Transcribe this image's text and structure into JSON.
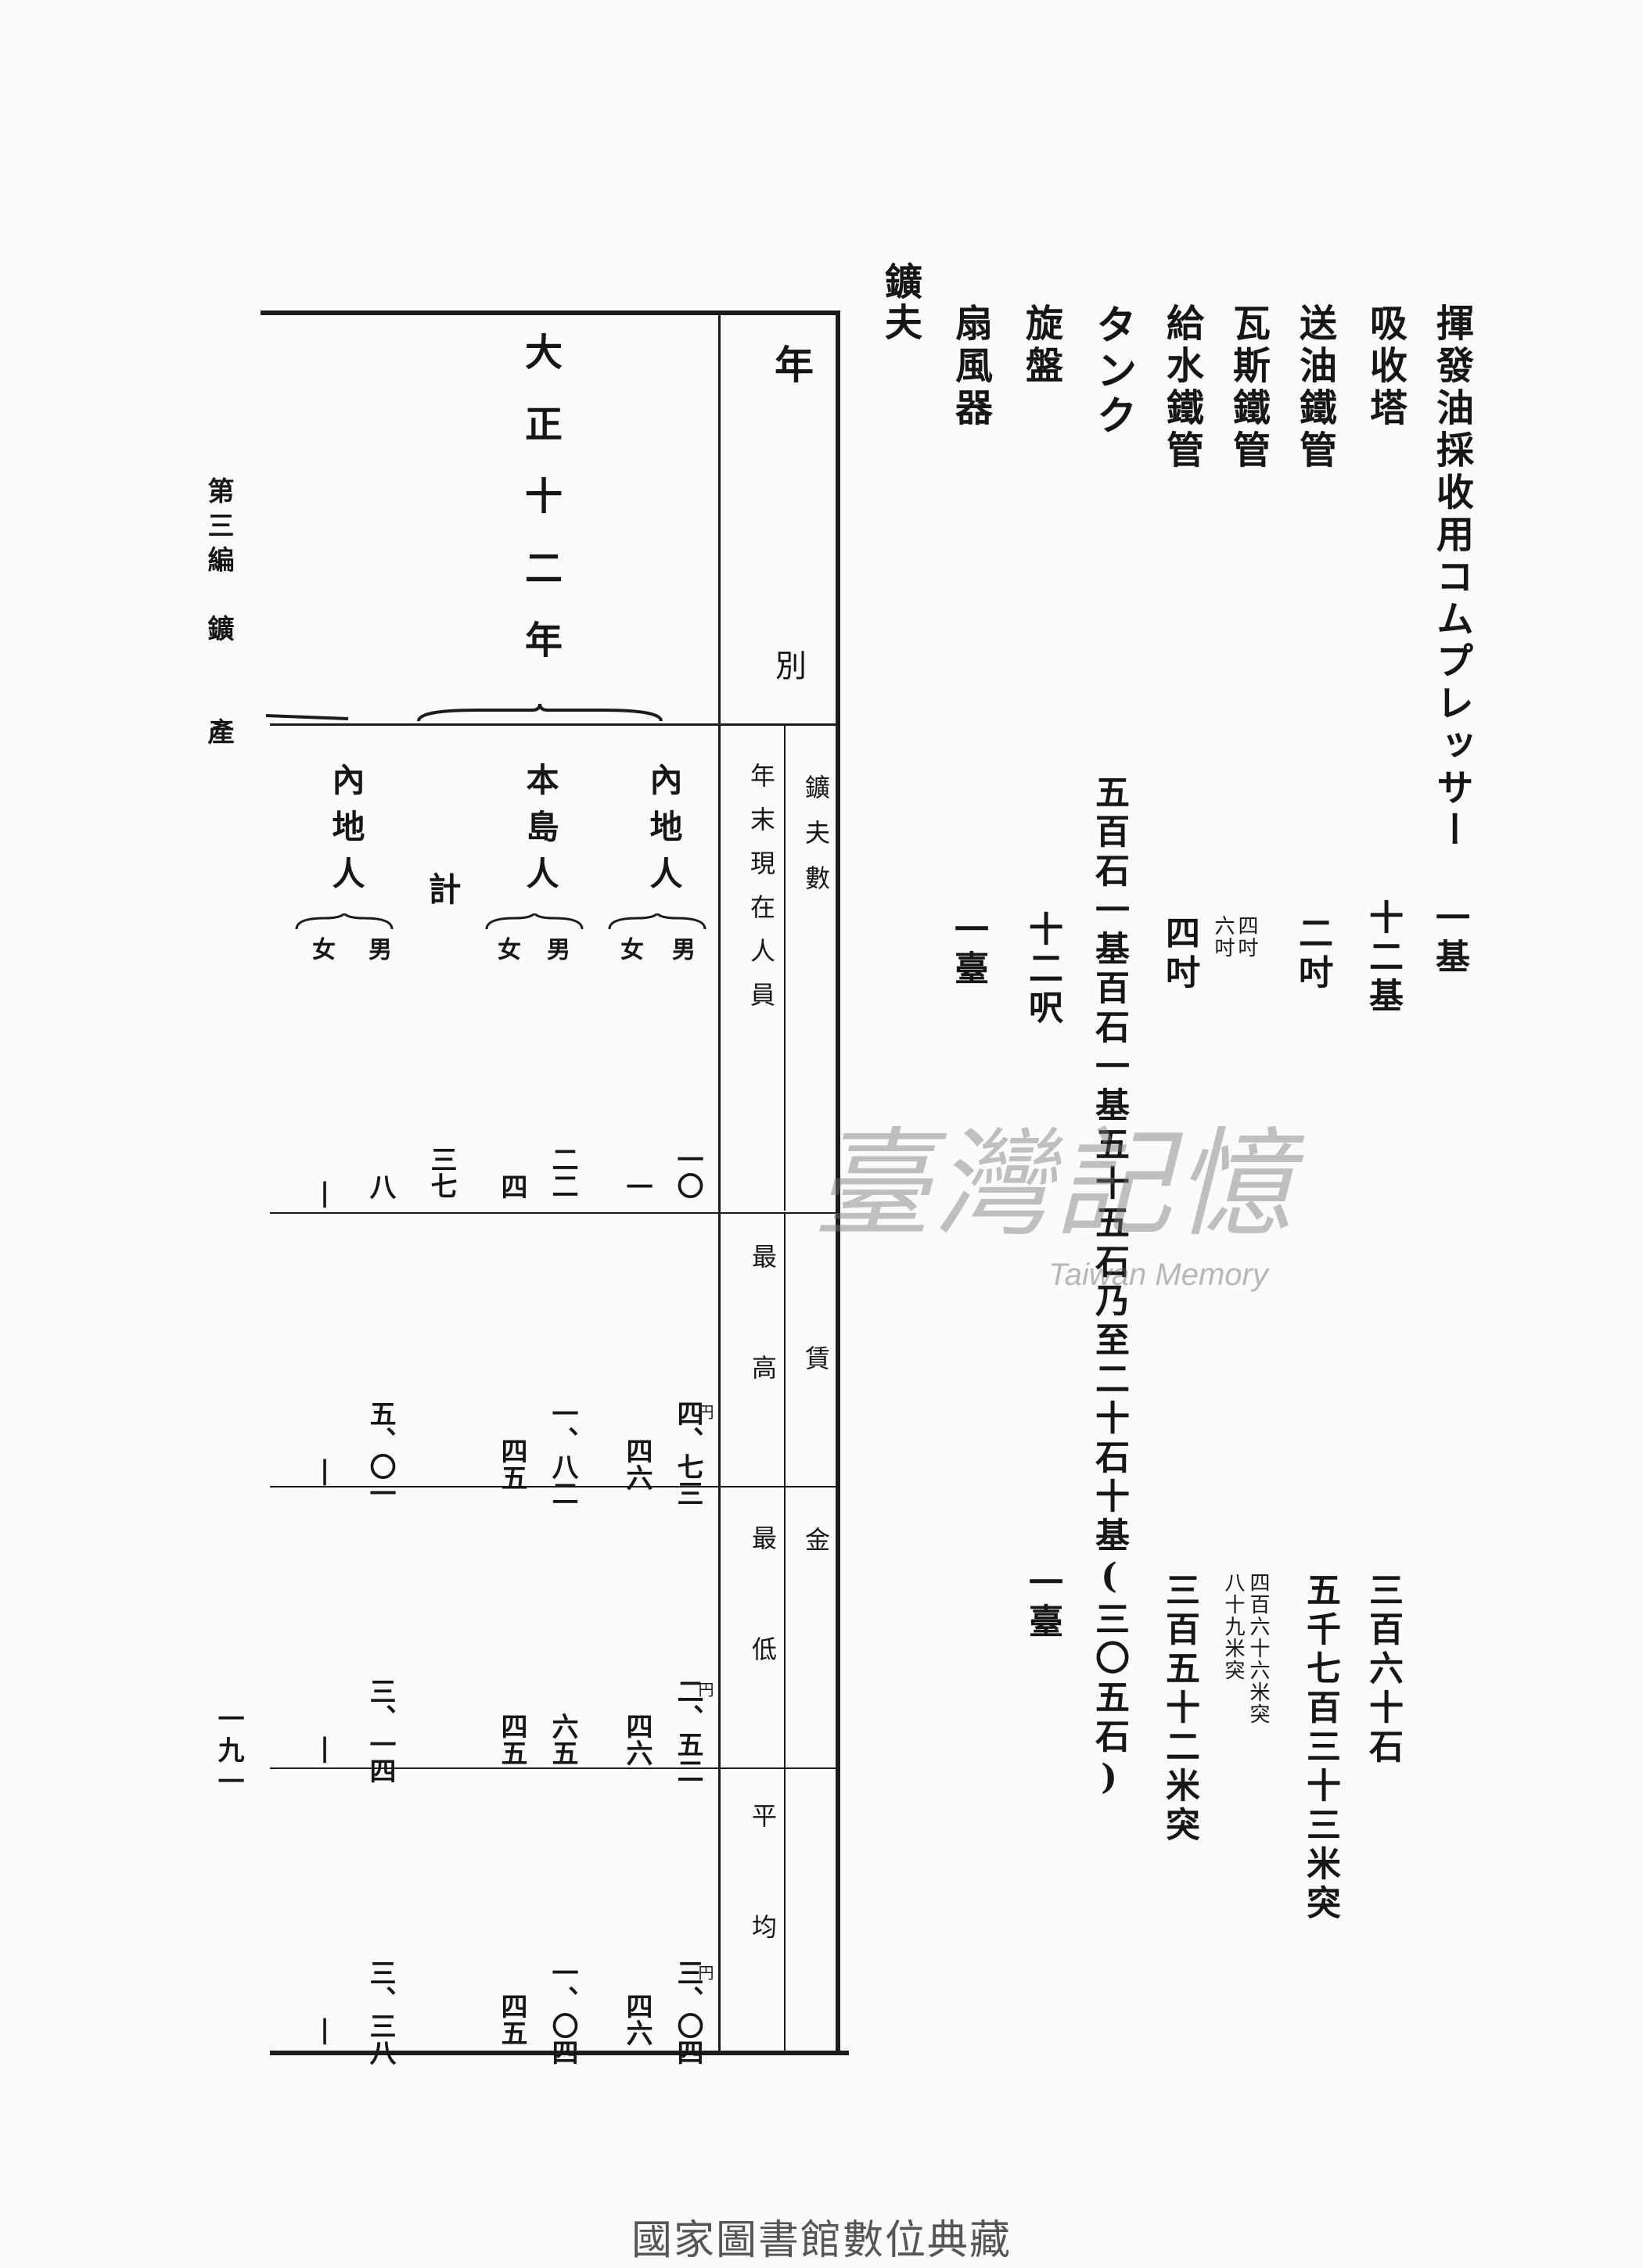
{
  "equipment": {
    "compressor": {
      "name": "揮發油採收用コムプレッサー",
      "count": "一基",
      "spec": "",
      "capacity": "三百六十石"
    },
    "absorber": {
      "name": "吸收塔",
      "count": "十二基",
      "spec": "",
      "capacity": "五千七百三十三米突"
    },
    "oil_pipe": {
      "name": "送油鐵管",
      "count": "二吋",
      "spec_a": "四吋",
      "spec_b": "六吋",
      "cap_a": "四百六十六米突",
      "cap_b": "八十九米突"
    },
    "gas_pipe": {
      "name": "瓦斯鐵管",
      "count": "四吋",
      "spec": "",
      "capacity": "三百五十二米突"
    },
    "water_pipe": {
      "name": "給水鐵管",
      "count": "",
      "capacity": ""
    },
    "tank": {
      "name": "タンク",
      "detail": "五百石一基百石一基五十五石乃至二十石十基(三〇五石)"
    },
    "lathe": {
      "name": "旋盤",
      "count": "十二呎",
      "capacity": "一臺"
    },
    "fan": {
      "name": "扇風器",
      "count": "一臺",
      "capacity": ""
    }
  },
  "section_title": "鑛夫",
  "table": {
    "header_year": "年",
    "header_bie": "別",
    "era": "大正十二年",
    "col_count_group": "鑛夫數",
    "col_count": "年末現在人員",
    "col_wage_group": "賃金",
    "col_max": "最高",
    "col_min": "最低",
    "col_avg": "平均",
    "yen": "円",
    "rows": [
      {
        "group": "內地人",
        "sex": "男",
        "count": "一〇",
        "max": "四、七三",
        "min": "二、五二",
        "avg": "三、〇四"
      },
      {
        "group": "",
        "sex": "女",
        "count": "一",
        "max": "四六",
        "min": "四六",
        "avg": "四六"
      },
      {
        "group": "本島人",
        "sex": "男",
        "count": "二二",
        "max": "一、八二",
        "min": "六五",
        "avg": "一、〇四"
      },
      {
        "group": "",
        "sex": "女",
        "count": "四",
        "max": "四五",
        "min": "四五",
        "avg": "四五"
      },
      {
        "group": "計",
        "sex": "",
        "count": "三七",
        "max": "",
        "min": "",
        "avg": ""
      },
      {
        "group": "內地人",
        "sex": "男",
        "count": "八",
        "max": "五、〇一",
        "min": "三、一四",
        "avg": "三、三八"
      },
      {
        "group": "",
        "sex": "女",
        "count": "|",
        "max": "|",
        "min": "|",
        "avg": "|"
      }
    ]
  },
  "margin_header": "第三編　鑛　　產",
  "page_number": "一九一",
  "watermark": {
    "title": "臺灣記憶",
    "subtitle": "Taiwan Memory"
  },
  "footer": "國家圖書館數位典藏"
}
